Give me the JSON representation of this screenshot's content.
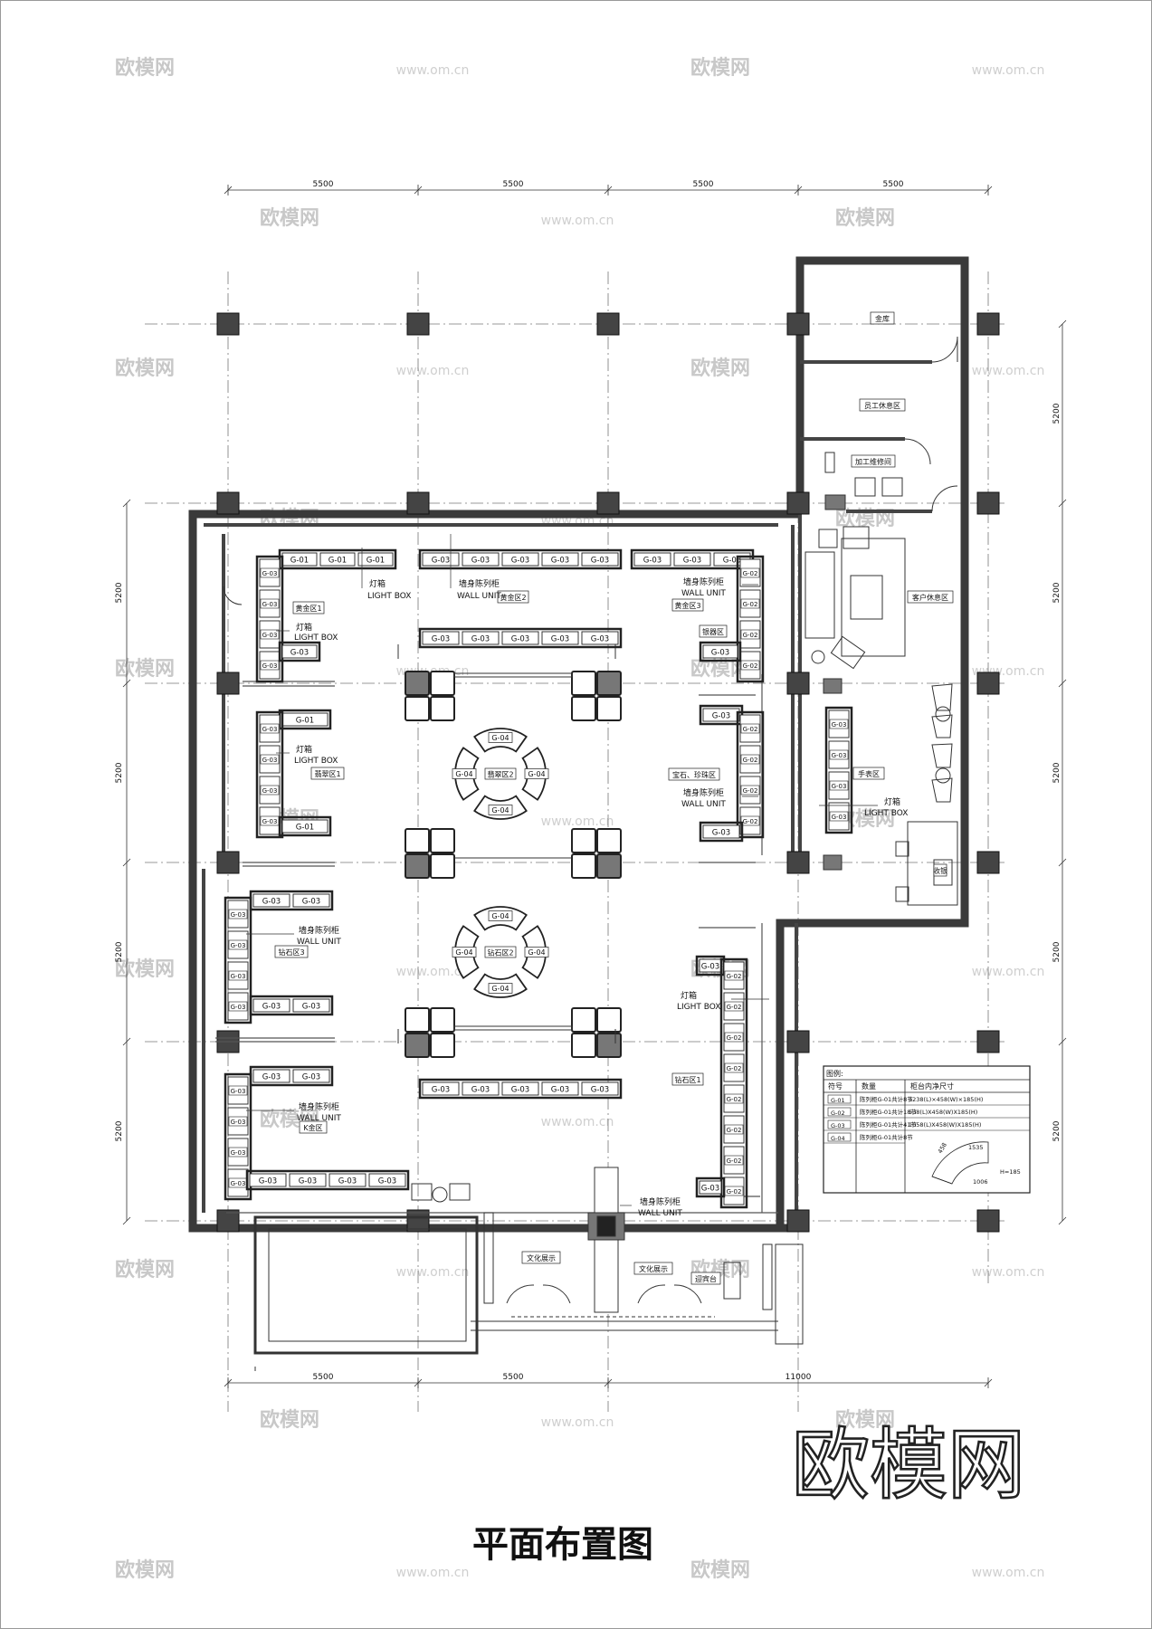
{
  "title": "平面布置图",
  "watermark": {
    "logo": "欧模网",
    "url": "www.om.cn"
  },
  "dimensions": {
    "top": [
      "5500",
      "5500",
      "5500",
      "5500"
    ],
    "bottom": [
      "5500",
      "5500",
      "11000"
    ],
    "left": [
      "5200",
      "5200",
      "5200",
      "5200"
    ],
    "right": [
      "5200",
      "5200",
      "5200",
      "5200",
      "5200"
    ]
  },
  "rooms": {
    "vault": "金库",
    "staff_lounge": "员工休息区",
    "workshop": "加工维修间",
    "customer_lounge": "客户休息区",
    "watch_area": "手表区",
    "gold_1": "黄金区1",
    "gold_2": "黄金区2",
    "gold_3": "黄金区3",
    "silver": "银器区",
    "jade_1": "翡翠区1",
    "jade_2": "翡翠区2",
    "gem_pearl": "宝石、珍珠区",
    "diamond_1": "钻石区1",
    "diamond_2": "钻石区2",
    "diamond_3": "钻石区3",
    "k_gold": "K金区",
    "culture_1": "文化展示",
    "culture_2": "文化展示",
    "reception": "迎宾台",
    "cashier": "收银"
  },
  "notes": {
    "light_box_cn": "灯箱",
    "light_box_en": "LIGHT BOX",
    "wall_unit_cn": "墙身陈列柜",
    "wall_unit_en": "WALL UNIT"
  },
  "cabinet_codes": [
    "G-01",
    "G-02",
    "G-03",
    "G-04"
  ],
  "legend": {
    "heading": "图例:",
    "columns": [
      "符号",
      "数量",
      "柜台内净尺寸"
    ],
    "rows": [
      {
        "code": "G-01",
        "qty": "陈列柜G-01共计8节",
        "size": "1238(L)×458(W)×185(H)"
      },
      {
        "code": "G-02",
        "qty": "陈列柜G-01共计18节",
        "size": "538(L)X458(W)X185(H)"
      },
      {
        "code": "G-03",
        "qty": "陈列柜G-01共计41节",
        "size": "1058(L)X458(W)X185(H)"
      },
      {
        "code": "G-04",
        "qty": "陈列柜G-01共计8节",
        "size": ""
      }
    ],
    "sketch_dims": [
      "1535",
      "1006",
      "458",
      "H=185"
    ]
  },
  "logo": {
    "text": "欧模网"
  }
}
